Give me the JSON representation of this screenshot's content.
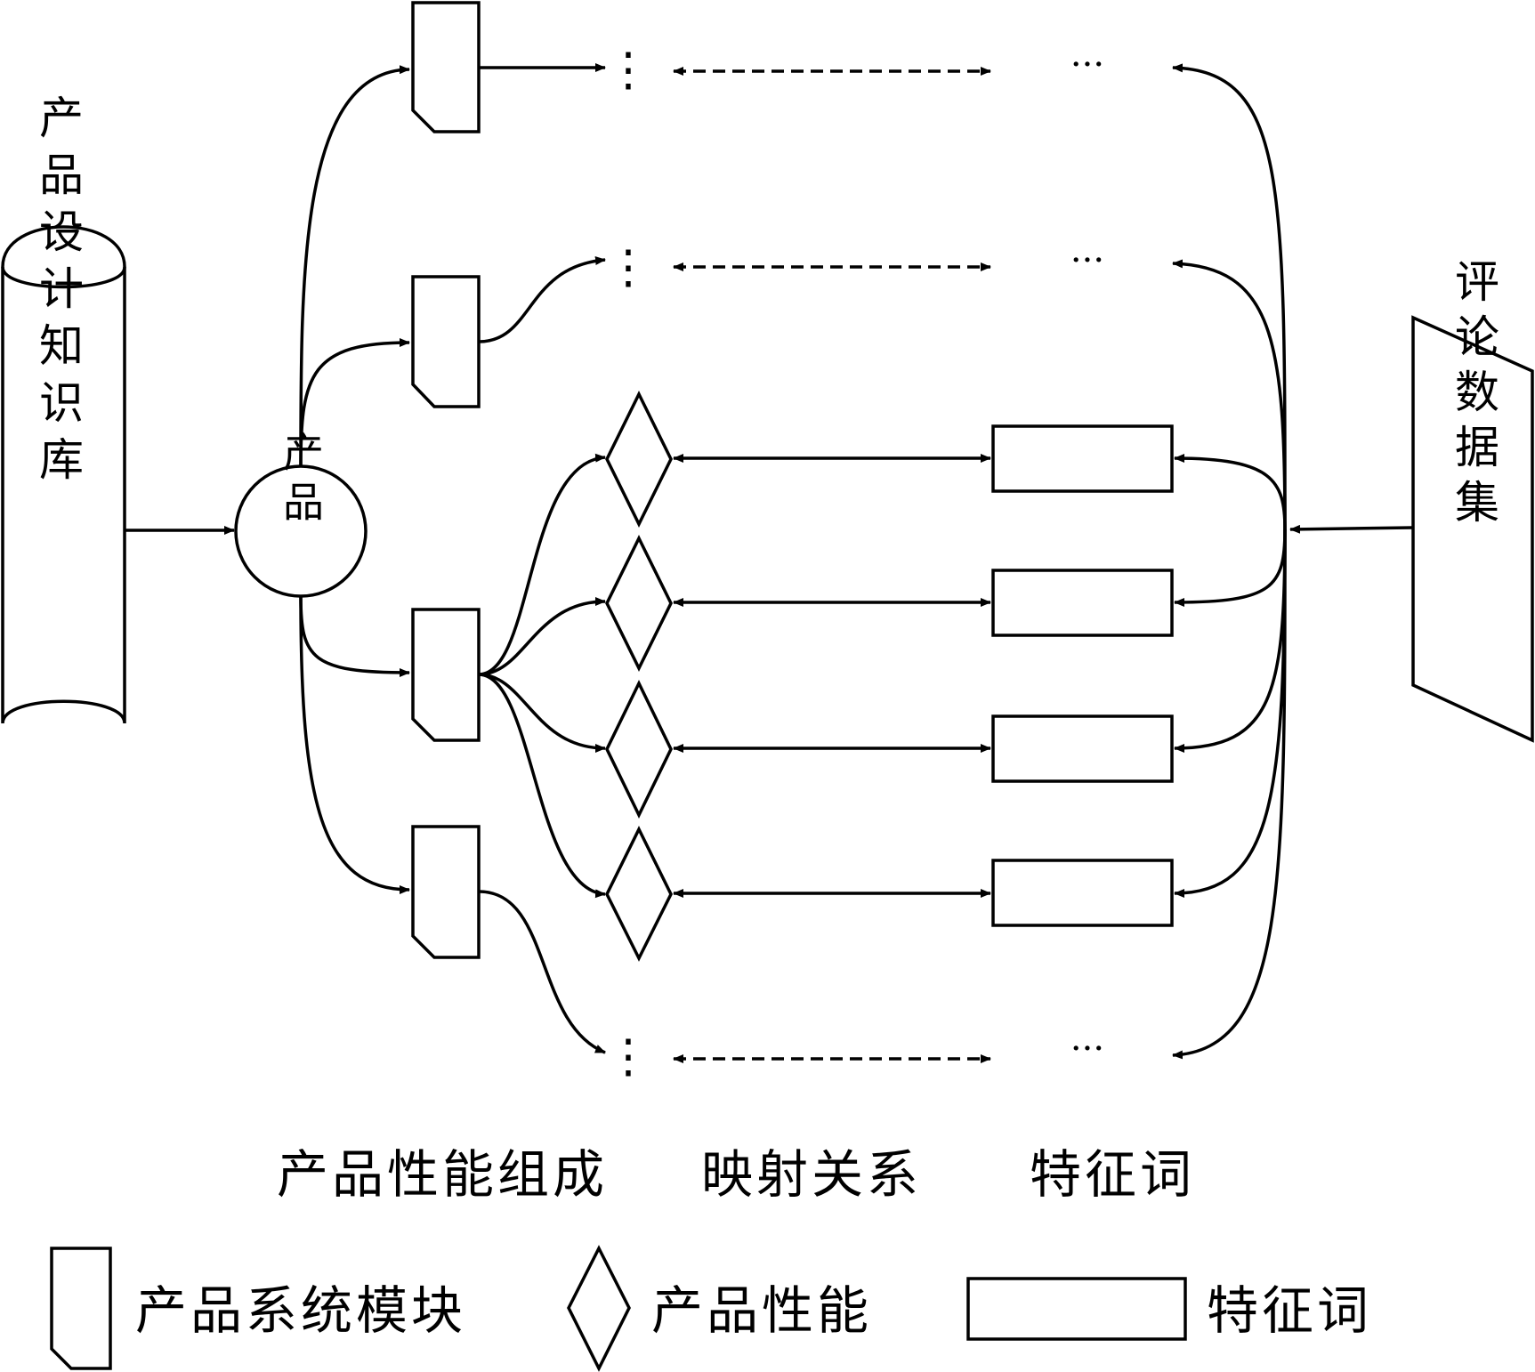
{
  "knowledge_base": {
    "label": "产品设计知识库"
  },
  "product": {
    "label": "产品"
  },
  "review_dataset": {
    "label": "评论数据集"
  },
  "ellipsis": {
    "vertical": "⋮",
    "horizontal": "···"
  },
  "column_headers": {
    "performance_composition": "产品性能组成",
    "mapping": "映射关系",
    "feature_words": "特征词"
  },
  "legend": {
    "module": "产品系统模块",
    "performance": "产品性能",
    "feature_word": "特征词"
  }
}
